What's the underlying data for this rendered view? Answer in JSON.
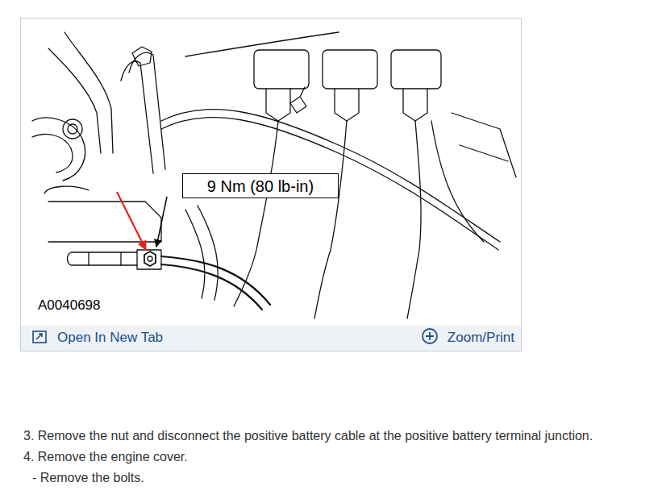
{
  "diagram": {
    "nodes": [
      {
        "text": [
          "9 Nm (80 lb-in)"
        ]
      }
    ],
    "labels": [
      "A0040698",
      "Open In New Tab",
      "Zoom/Print",
      "3. Remove the nut and disconnect the positive battery cable at the positive battery terminal junction.",
      "4. Remove the engine cover.",
      "- Remove the bolts."
    ]
  }
}
